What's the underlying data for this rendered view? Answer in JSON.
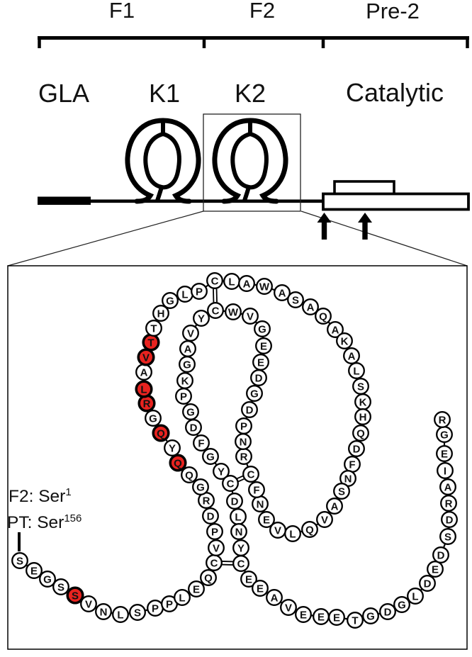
{
  "figure": {
    "top_diagram": {
      "fragment_labels": [
        {
          "id": "f1",
          "label": "F1"
        },
        {
          "id": "f2",
          "label": "F2"
        },
        {
          "id": "pre2",
          "label": "Pre-2"
        }
      ],
      "domain_labels": [
        {
          "id": "gla",
          "label": "GLA"
        },
        {
          "id": "k1",
          "label": "K1"
        },
        {
          "id": "k2",
          "label": "K2"
        },
        {
          "id": "catalytic",
          "label": "Catalytic"
        }
      ],
      "cleavage_arrows_count": 2,
      "boxed_domain": "K2"
    },
    "detail_view": {
      "start_annotation": {
        "line1": "F2: Ser",
        "line1_sup": "1",
        "line2": "PT: Ser",
        "line2_sup": "156"
      },
      "sequence": "SEGSSVNLSPPLEQCVPDRGQQYQGRLAVTTHGLPCLAWASAQAKALSKHQDFNSAVQLVENFCRNPDGDEEGVWCYVAGKPGDFGYCDLNYCEEAVEEETGDGLDEDSDRAIEGR",
      "sequence_length": 116,
      "highlighted_positions": [
        5,
        22,
        24,
        26,
        27,
        29,
        30
      ],
      "disulfide_pairs": [
        [
          15,
          93
        ],
        [
          36,
          76
        ],
        [
          64,
          88
        ]
      ],
      "colors": {
        "bead_fill": "#ffffff",
        "bead_stroke": "#000000",
        "highlight_fill": "#e8231f",
        "highlight_letter": "#7c1013"
      },
      "residues": [
        [
          "S",
          28,
          791,
          0
        ],
        [
          "E",
          48,
          805,
          0
        ],
        [
          "G",
          67,
          817,
          0
        ],
        [
          "S",
          86,
          828,
          0
        ],
        [
          "S",
          106,
          840,
          1
        ],
        [
          "V",
          125,
          852,
          0
        ],
        [
          "N",
          146,
          863,
          0
        ],
        [
          "L",
          170,
          867,
          0
        ],
        [
          "S",
          194,
          864,
          0
        ],
        [
          "P",
          219,
          858,
          0
        ],
        [
          "P",
          239,
          852,
          0
        ],
        [
          "L",
          257,
          843,
          0
        ],
        [
          "E",
          277,
          831,
          0
        ],
        [
          "Q",
          294,
          815,
          0
        ],
        [
          "C",
          302,
          794,
          0
        ],
        [
          "V",
          305,
          773,
          0
        ],
        [
          "P",
          303,
          750,
          0
        ],
        [
          "D",
          297,
          728,
          0
        ],
        [
          "R",
          291,
          706,
          0
        ],
        [
          "G",
          283,
          687,
          0
        ],
        [
          "Q",
          267,
          670,
          0
        ],
        [
          "Q",
          251,
          653,
          1
        ],
        [
          "Y",
          243,
          632,
          0
        ],
        [
          "Q",
          227,
          611,
          1
        ],
        [
          "G",
          216,
          590,
          0
        ],
        [
          "R",
          207,
          569,
          1
        ],
        [
          "L",
          203,
          549,
          1
        ],
        [
          "A",
          203,
          525,
          0
        ],
        [
          "V",
          206,
          504,
          1
        ],
        [
          "T",
          213,
          483,
          1
        ],
        [
          "T",
          217,
          463,
          0
        ],
        [
          "H",
          227,
          442,
          0
        ],
        [
          "G",
          240,
          424,
          0
        ],
        [
          "L",
          261,
          415,
          0
        ],
        [
          "P",
          281,
          411,
          0
        ],
        [
          "C",
          303,
          396,
          0
        ],
        [
          "L",
          327,
          397,
          0
        ],
        [
          "A",
          348,
          400,
          0
        ],
        [
          "W",
          373,
          404,
          0
        ],
        [
          "A",
          398,
          413,
          0
        ],
        [
          "S",
          417,
          423,
          0
        ],
        [
          "A",
          438,
          433,
          0
        ],
        [
          "Q",
          456,
          446,
          0
        ],
        [
          "A",
          473,
          465,
          0
        ],
        [
          "K",
          486,
          481,
          0
        ],
        [
          "A",
          496,
          502,
          0
        ],
        [
          "L",
          503,
          523,
          0
        ],
        [
          "S",
          509,
          545,
          0
        ],
        [
          "K",
          512,
          567,
          0
        ],
        [
          "H",
          512,
          588,
          0
        ],
        [
          "Q",
          509,
          611,
          0
        ],
        [
          "D",
          503,
          633,
          0
        ],
        [
          "F",
          497,
          655,
          0
        ],
        [
          "N",
          491,
          675,
          0
        ],
        [
          "S",
          482,
          693,
          0
        ],
        [
          "A",
          472,
          714,
          0
        ],
        [
          "V",
          458,
          733,
          0
        ],
        [
          "Q",
          437,
          747,
          0
        ],
        [
          "L",
          413,
          753,
          0
        ],
        [
          "V",
          392,
          748,
          0
        ],
        [
          "E",
          376,
          733,
          0
        ],
        [
          "N",
          367,
          711,
          0
        ],
        [
          "F",
          362,
          691,
          0
        ],
        [
          "C",
          354,
          669,
          0
        ],
        [
          "R",
          344,
          644,
          0
        ],
        [
          "N",
          343,
          623,
          0
        ],
        [
          "P",
          344,
          601,
          0
        ],
        [
          "D",
          352,
          578,
          0
        ],
        [
          "G",
          359,
          555,
          0
        ],
        [
          "D",
          365,
          533,
          0
        ],
        [
          "E",
          368,
          511,
          0
        ],
        [
          "E",
          372,
          488,
          0
        ],
        [
          "G",
          370,
          464,
          0
        ],
        [
          "V",
          353,
          446,
          0
        ],
        [
          "W",
          329,
          440,
          0
        ],
        [
          "C",
          304,
          438,
          0
        ],
        [
          "Y",
          284,
          449,
          0
        ],
        [
          "V",
          269,
          470,
          0
        ],
        [
          "A",
          265,
          492,
          0
        ],
        [
          "G",
          264,
          514,
          0
        ],
        [
          "K",
          261,
          537,
          0
        ],
        [
          "P",
          259,
          559,
          0
        ],
        [
          "G",
          269,
          581,
          0
        ],
        [
          "D",
          273,
          603,
          0
        ],
        [
          "F",
          284,
          625,
          0
        ],
        [
          "G",
          297,
          644,
          0
        ],
        [
          "Y",
          312,
          665,
          0
        ],
        [
          "C",
          325,
          682,
          0
        ],
        [
          "D",
          331,
          707,
          0
        ],
        [
          "L",
          336,
          729,
          0
        ],
        [
          "N",
          337,
          750,
          0
        ],
        [
          "Y",
          340,
          773,
          0
        ],
        [
          "C",
          340,
          795,
          0
        ],
        [
          "E",
          351,
          817,
          0
        ],
        [
          "E",
          367,
          830,
          0
        ],
        [
          "A",
          387,
          843,
          0
        ],
        [
          "V",
          407,
          857,
          0
        ],
        [
          "E",
          428,
          867,
          0
        ],
        [
          "E",
          453,
          870,
          0
        ],
        [
          "E",
          475,
          871,
          0
        ],
        [
          "T",
          501,
          875,
          0
        ],
        [
          "G",
          523,
          869,
          0
        ],
        [
          "D",
          547,
          863,
          0
        ],
        [
          "G",
          567,
          853,
          0
        ],
        [
          "L",
          586,
          841,
          0
        ],
        [
          "D",
          603,
          823,
          0
        ],
        [
          "E",
          614,
          803,
          0
        ],
        [
          "D",
          622,
          783,
          0
        ],
        [
          "S",
          632,
          757,
          0
        ],
        [
          "D",
          634,
          733,
          0
        ],
        [
          "R",
          633,
          710,
          0
        ],
        [
          "A",
          632,
          687,
          0
        ],
        [
          "I",
          628,
          664,
          0
        ],
        [
          "E",
          627,
          640,
          0
        ],
        [
          "G",
          627,
          613,
          0
        ],
        [
          "R",
          624,
          592,
          0
        ]
      ]
    }
  }
}
